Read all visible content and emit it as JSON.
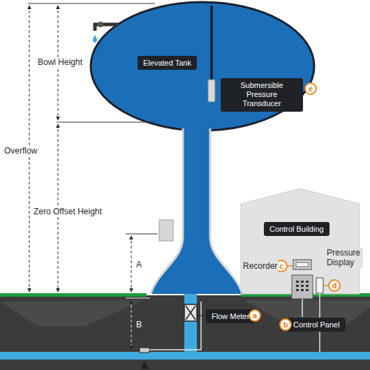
{
  "diagram": {
    "nodes": [
      {
        "text": [
          "Elevated Tank"
        ]
      },
      {
        "text": [
          "Submersible Pressure Transducer"
        ]
      },
      {
        "text": [
          "e"
        ]
      },
      {
        "text": [
          "Control Building"
        ]
      },
      {
        "text": [
          "c"
        ]
      },
      {
        "text": [
          "d"
        ]
      },
      {
        "text": [
          "Flow Meter"
        ]
      },
      {
        "text": [
          "a"
        ]
      },
      {
        "text": [
          "Control Panel"
        ]
      },
      {
        "text": [
          "b"
        ]
      }
    ],
    "labels": [
      "Bowl Height",
      "Overflow",
      "Zero Offset Height",
      "A",
      "B",
      "Recorder",
      "Pressure Display"
    ]
  }
}
